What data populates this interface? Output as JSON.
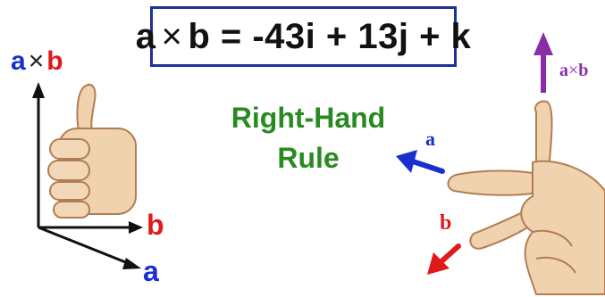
{
  "equation": {
    "lhs_a": "a",
    "cross": "×",
    "lhs_b": "b",
    "rest": " = -43i + 13j + k"
  },
  "title": {
    "line1": "Right-Hand",
    "line2": "Rule"
  },
  "left_figure": {
    "axis_a_label": "a",
    "axis_b_label": "b",
    "top_a": "a",
    "top_cross": "×",
    "top_b": "b"
  },
  "right_figure": {
    "a_label": "a",
    "b_label": "b",
    "axb_a": "a",
    "axb_cross": "×",
    "axb_b": "b"
  },
  "colors": {
    "blue": "#1a2fd0",
    "red": "#e01a1a",
    "green": "#2a8a22",
    "purple": "#8a2ea8",
    "box_border": "#1f2f9c",
    "skin": "#f1d2ae",
    "skin_dark": "#c9986f"
  }
}
